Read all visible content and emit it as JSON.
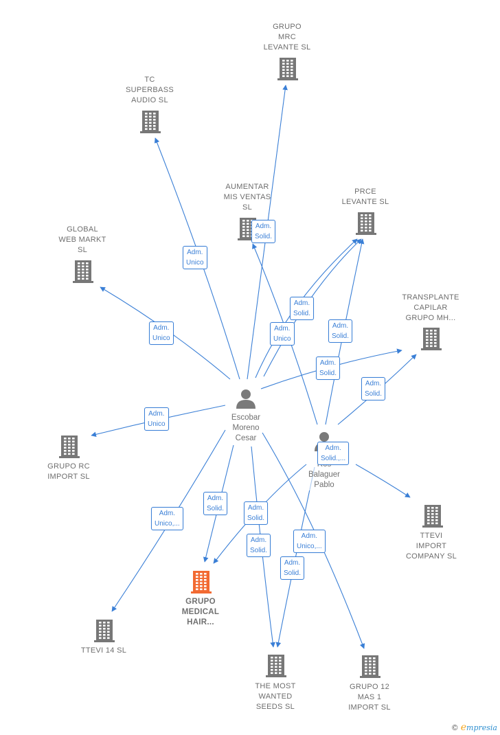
{
  "colors": {
    "edge": "#3a7fd6",
    "building": "#777777",
    "main_building": "#f26a32",
    "person": "#7a7a7a"
  },
  "persons": [
    {
      "id": "escobar",
      "name_lines": [
        "Escobar",
        "Moreno",
        "Cesar"
      ],
      "icon": "person-icon"
    },
    {
      "id": "ros",
      "name_lines": [
        "Ros",
        "Balaguer",
        "Pablo"
      ],
      "icon": "person-icon"
    }
  ],
  "companies": [
    {
      "id": "mrc",
      "lines": [
        "GRUPO",
        "MRC",
        "LEVANTE  SL"
      ],
      "icon": "building-icon"
    },
    {
      "id": "tc",
      "lines": [
        "TC",
        "SUPERBASS",
        "AUDIO  SL"
      ],
      "icon": "building-icon"
    },
    {
      "id": "aumentar",
      "lines": [
        "AUMENTAR",
        "MIS VENTAS",
        "SL"
      ],
      "icon": "building-icon"
    },
    {
      "id": "prce",
      "lines": [
        "PRCE",
        "LEVANTE  SL"
      ],
      "icon": "building-icon"
    },
    {
      "id": "global",
      "lines": [
        "GLOBAL",
        "WEB MARKT",
        "SL"
      ],
      "icon": "building-icon"
    },
    {
      "id": "transplante",
      "lines": [
        "TRANSPLANTE",
        "CAPILAR",
        "GRUPO MH..."
      ],
      "icon": "building-icon"
    },
    {
      "id": "rc",
      "lines": [
        "GRUPO RC",
        "IMPORT  SL"
      ],
      "icon": "building-icon"
    },
    {
      "id": "ttevi_import",
      "lines": [
        "TTEVI",
        "IMPORT",
        "COMPANY  SL"
      ],
      "icon": "building-icon"
    },
    {
      "id": "medical",
      "lines": [
        "GRUPO",
        "MEDICAL",
        "HAIR..."
      ],
      "icon": "building-icon",
      "main": true
    },
    {
      "id": "ttevi14",
      "lines": [
        "TTEVI 14  SL"
      ],
      "icon": "building-icon"
    },
    {
      "id": "wanted",
      "lines": [
        "THE MOST",
        "WANTED",
        "SEEDS  SL"
      ],
      "icon": "building-icon"
    },
    {
      "id": "grupo12",
      "lines": [
        "GRUPO 12",
        "MAS 1",
        "IMPORT  SL"
      ],
      "icon": "building-icon"
    }
  ],
  "roles": [
    {
      "lines": [
        "Adm.",
        "Solid."
      ]
    },
    {
      "lines": [
        "Adm.",
        "Unico"
      ]
    },
    {
      "lines": [
        "Adm.",
        "Unico"
      ]
    },
    {
      "lines": [
        "Adm.",
        "Solid."
      ]
    },
    {
      "lines": [
        "Adm.",
        "Unico"
      ]
    },
    {
      "lines": [
        "Adm.",
        "Solid."
      ]
    },
    {
      "lines": [
        "Adm.",
        "Solid."
      ]
    },
    {
      "lines": [
        "Adm.",
        "Solid."
      ]
    },
    {
      "lines": [
        "Adm.",
        "Unico"
      ]
    },
    {
      "lines": [
        "Adm.",
        "Solid.,..."
      ]
    },
    {
      "lines": [
        "Adm.",
        "Unico,..."
      ]
    },
    {
      "lines": [
        "Adm.",
        "Solid."
      ]
    },
    {
      "lines": [
        "Adm.",
        "Solid."
      ]
    },
    {
      "lines": [
        "Adm.",
        "Solid."
      ]
    },
    {
      "lines": [
        "Adm.",
        "Unico,..."
      ]
    },
    {
      "lines": [
        "Adm.",
        "Solid."
      ]
    }
  ],
  "watermark": {
    "copyright": "©",
    "brand_initial": "e",
    "brand_rest": "mpresia"
  }
}
